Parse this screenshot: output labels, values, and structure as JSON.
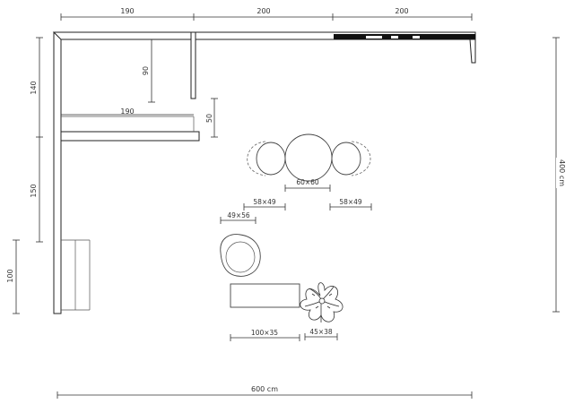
{
  "dimensions": {
    "top_left": "190",
    "top_middle": "200",
    "top_right": "200",
    "left_top": "140",
    "left_middle": "150",
    "left_bottom": "100",
    "right_total": "400 cm",
    "bottom_total": "600 cm",
    "inner_height": "90",
    "inner_width": "190",
    "gap": "50"
  },
  "furniture": {
    "table": "60×60",
    "chair_left": "58×49",
    "chair_right": "58×49",
    "armchair": "49×56",
    "bench": "100×35",
    "plant": "45×38"
  }
}
